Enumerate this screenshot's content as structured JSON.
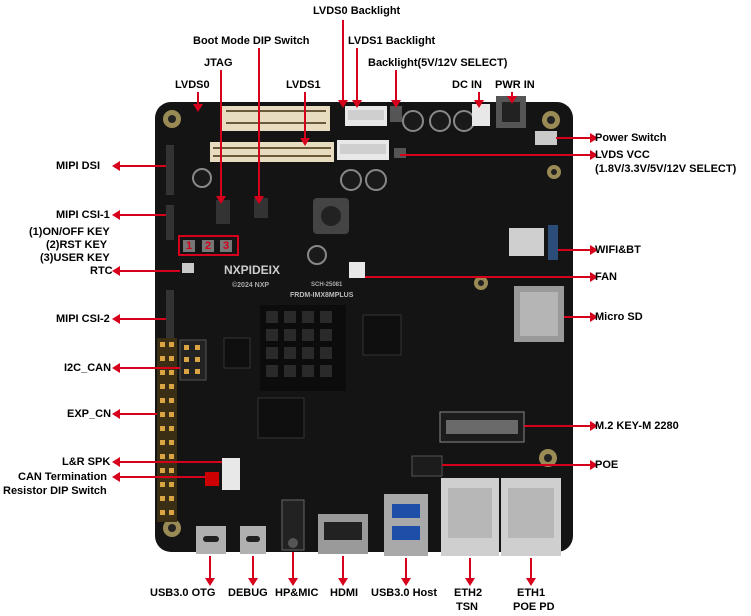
{
  "labels": {
    "lvds0_backlight": "LVDS0 Backlight",
    "boot_mode": "Boot Mode DIP Switch",
    "lvds1_backlight": "LVDS1 Backlight",
    "backlight_select": "Backlight(5V/12V SELECT)",
    "jtag": "JTAG",
    "lvds0": "LVDS0",
    "lvds1": "LVDS1",
    "dc_in": "DC IN",
    "pwr_in": "PWR IN",
    "mipi_dsi": "MIPI DSI",
    "mipi_csi1": "MIPI CSI-1",
    "key1": "(1)ON/OFF KEY",
    "key2": "(2)RST KEY",
    "key3": "(3)USER KEY",
    "rtc": "RTC",
    "mipi_csi2": "MIPI CSI-2",
    "i2c_can": "I2C_CAN",
    "exp_cn": "EXP_CN",
    "lr_spk": "L&R SPK",
    "can_term1": "CAN Termination",
    "can_term2": "Resistor DIP Switch",
    "power_switch": "Power Switch",
    "lvds_vcc1": "LVDS VCC",
    "lvds_vcc2": "(1.8V/3.3V/5V/12V SELECT)",
    "wifi_bt": "WIFI&BT",
    "fan": "FAN",
    "micro_sd": "Micro SD",
    "m2": "M.2 KEY-M 2280",
    "poe": "POE",
    "usb_otg": "USB3.0 OTG",
    "debug": "DEBUG",
    "hp_mic": "HP&MIC",
    "hdmi": "HDMI",
    "usb_host": "USB3.0 Host",
    "eth2_a": "ETH2",
    "eth2_b": "TSN",
    "eth1_a": "ETH1",
    "eth1_b": "POE PD"
  },
  "board_text": {
    "logo": "NXPIDEIX",
    "copyright": "©2024 NXP",
    "model": "FRDM-IMX8MPLUS",
    "rev": "SCH-25081",
    "key_nums": [
      "1",
      "2",
      "3"
    ]
  },
  "colors": {
    "arrow": "#d6001c",
    "board": "#141414",
    "header_gold": "#d9a441",
    "connector_white": "#e8e8e8",
    "heatsink": "#0c0c0c"
  }
}
